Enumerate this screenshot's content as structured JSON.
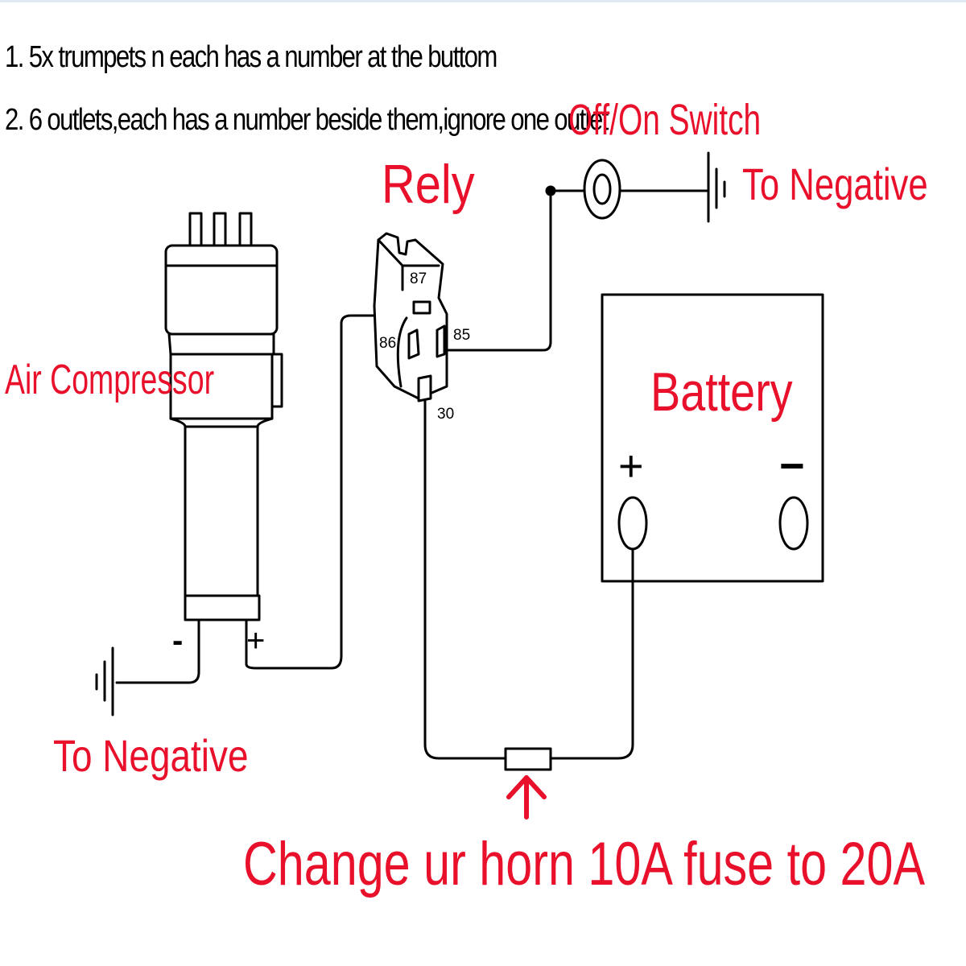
{
  "notes": {
    "line1": "1. 5x trumpets n each has a number at the buttom",
    "line2": "2. 6 outlets,each has a number beside them,ignore one outlet"
  },
  "labels": {
    "switch": "Off/On Switch",
    "relay": "Rely",
    "negative_top": "To Negative",
    "compressor": "Air Compressor",
    "battery": "Battery",
    "negative_bottom": "To Negative",
    "fuse_note": "Change ur horn 10A fuse to 20A"
  },
  "relay_pins": {
    "p87": "87",
    "p86": "86",
    "p85": "85",
    "p30": "30"
  },
  "polarity": {
    "battery_plus": "+",
    "battery_minus": "−",
    "compressor_minus": "-",
    "compressor_plus": "+"
  },
  "colors": {
    "label_red": "#e8102a",
    "line": "#000000"
  },
  "icons": {
    "ground": "ground-symbol-icon",
    "switch": "switch-icon",
    "fuse": "fuse-icon",
    "arrow": "up-arrow-icon"
  }
}
